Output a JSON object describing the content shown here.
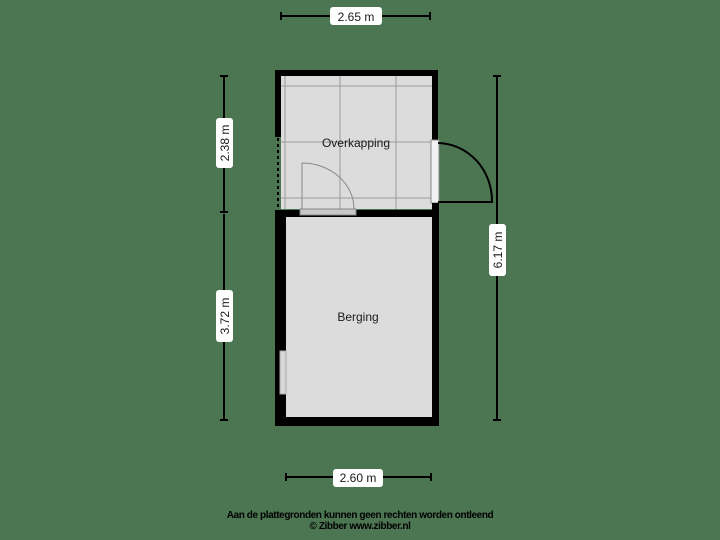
{
  "plan": {
    "rooms": [
      {
        "name": "Overkapping"
      },
      {
        "name": "Berging"
      }
    ],
    "dimensions": {
      "top_width": "2.65 m",
      "bottom_width": "2.60 m",
      "left_upper_height": "2.38 m",
      "left_lower_height": "3.72 m",
      "right_total_height": "6.17 m"
    },
    "colors": {
      "background": "#4c7552",
      "floor": "#dcdcdc",
      "wall": "#000000"
    }
  },
  "footer": {
    "disclaimer": "Aan de plattegronden kunnen geen rechten worden ontleend",
    "copyright": "© Zibber www.zibber.nl"
  }
}
